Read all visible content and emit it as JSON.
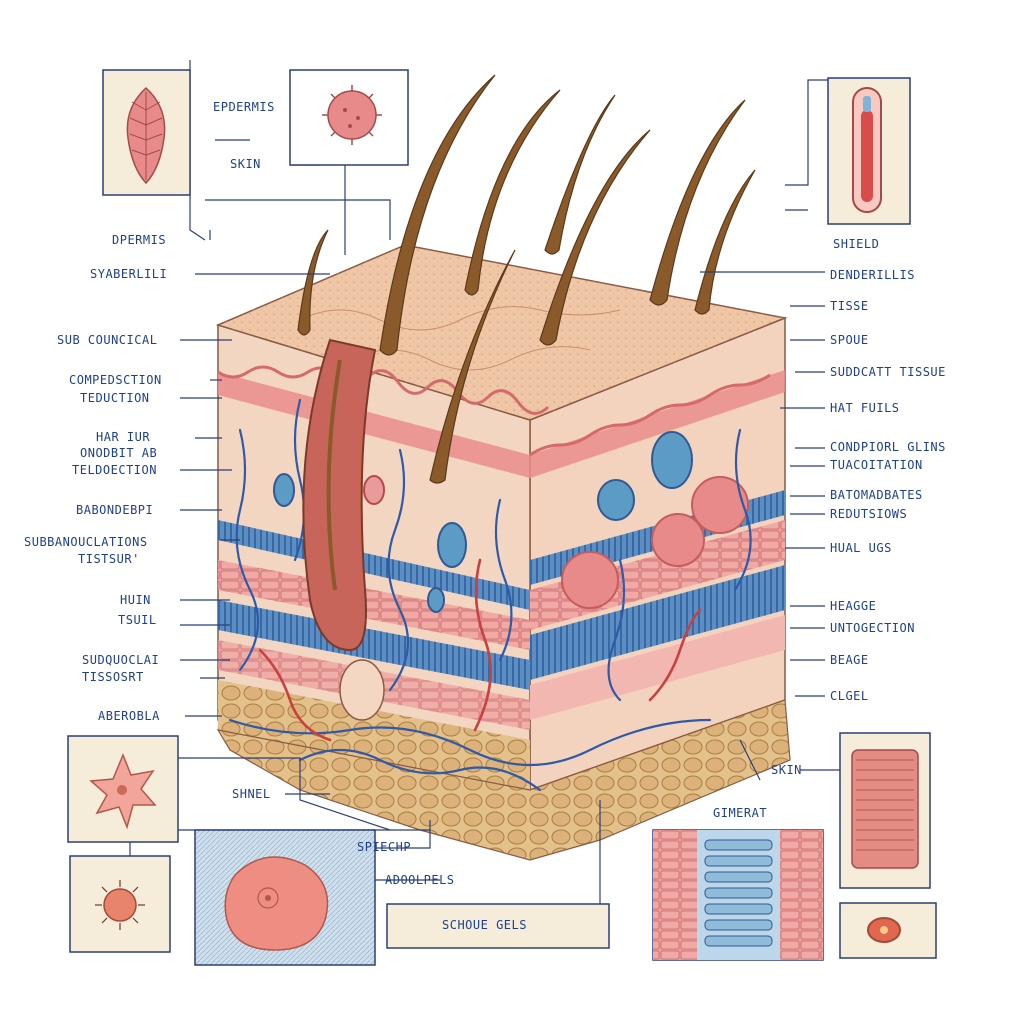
{
  "labels": {
    "epidermis_top": "EPDERMIS",
    "skin_top": "SKIN",
    "dpermis": "DPERMIS",
    "syaberlili": "SYABERLILI",
    "sub_councical": "SUB COUNCICAL",
    "compedsction": "COMPEDSCTION",
    "tebuction": "TEDUCTION",
    "har_iur": "HAR IUR",
    "onodbit_ab": "ONODBIT AB",
    "telddection": "TELDOECTION",
    "babondebpi": "BABONDEBPI",
    "subbanouclations": "SUBBANOUCLATIONS",
    "tistsur": "TISTSUR'",
    "huin": "HUIN",
    "tsuil": "TSUIL",
    "sudquoclai": "SUDQUOCLAI",
    "tissosrt": "TISSOSRT",
    "aberobla": "ABEROBLA",
    "shnel": "SHNEL",
    "spiechp": "SPIECHP",
    "adoolpels": "ADOOLPELS",
    "schoue_gels": "SCHOUE GELS",
    "gimerat": "GIMERAT",
    "skin_right": "SKIN",
    "clgel": "CLGEL",
    "beage": "BEAGE",
    "heagge": "HEAGGE",
    "untogection": "UNTOGECTION",
    "hual_ugs": "HUAL UGS",
    "batomadbates": "BATOMADBATES",
    "reduisions": "REDUTSIOWS",
    "condpiorl_glins": "CONDPIORL GLINS",
    "tuacoitation": "TUACOITATION",
    "hat_fuils": "HAT FUILS",
    "suddcatt_tissue": "SUDDCATT TISSUE",
    "spoue": "SPOUE",
    "tisse": "TISSE",
    "denderillis": "DENDERILLIS",
    "shield": "SHIELD"
  },
  "colors": {
    "label_blue": "#1f3f8f",
    "line": "#2a3f7a",
    "epidermis": "#f0c8a8",
    "dermis": "#f3d6c1",
    "pink": "#e88a8a",
    "blue_tissue": "#4a80b8",
    "fat": "#d9b378",
    "hair": "#8b5a2b",
    "vessel_red": "#c94040",
    "vessel_blue": "#2f5aa8",
    "panel_bg": "#f5ecd9"
  }
}
